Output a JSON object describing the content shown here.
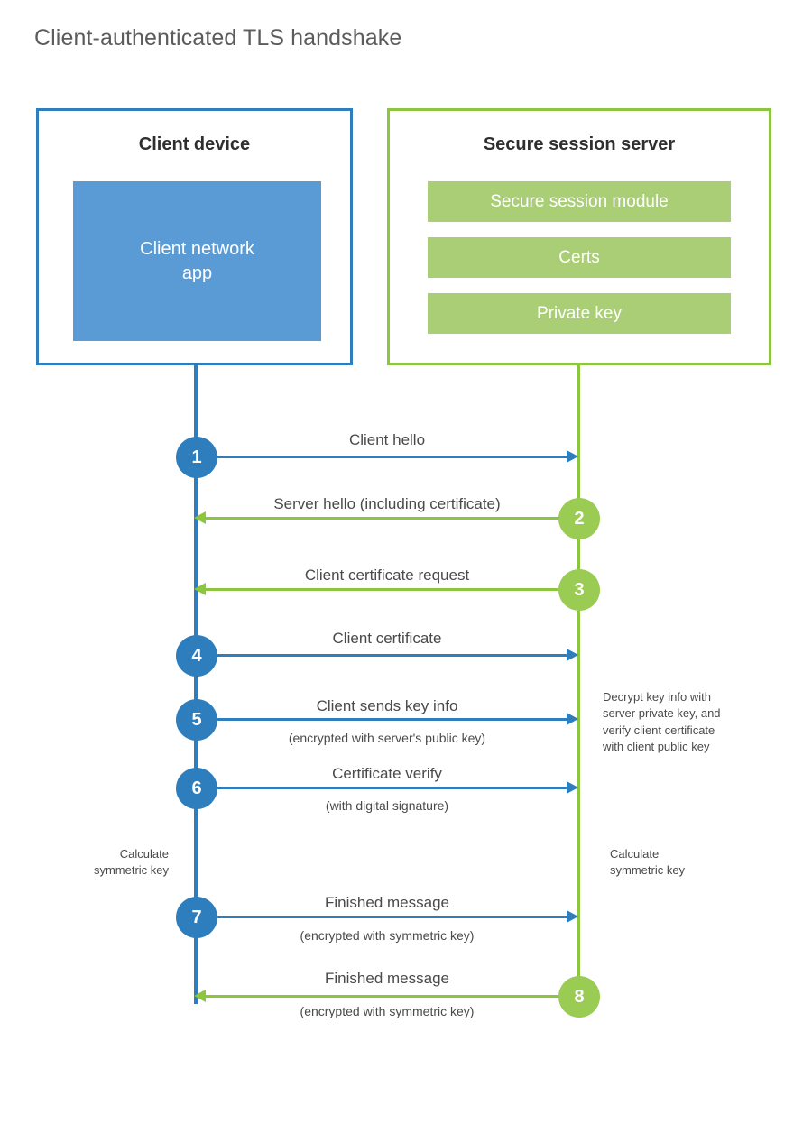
{
  "title": "Client-authenticated TLS handshake",
  "participants": {
    "client": {
      "heading": "Client device",
      "app_label": "Client network\napp",
      "border_color": "#2E7EBE",
      "app_color": "#5B9BD5"
    },
    "server": {
      "heading": "Secure session server",
      "border_color": "#8CC63F",
      "item_color": "#A9CE76",
      "items": [
        {
          "label": "Secure session module"
        },
        {
          "label": "Certs"
        },
        {
          "label": "Private key"
        }
      ]
    }
  },
  "steps": [
    {
      "number": "1",
      "label": "Client hello",
      "sublabel": "",
      "direction": "client-to-server",
      "color": "#2E7EBE"
    },
    {
      "number": "2",
      "label": "Server hello (including certificate)",
      "sublabel": "",
      "direction": "server-to-client",
      "color": "#9ACB52"
    },
    {
      "number": "3",
      "label": "Client certificate request",
      "sublabel": "",
      "direction": "server-to-client",
      "color": "#9ACB52"
    },
    {
      "number": "4",
      "label": "Client certificate",
      "sublabel": "",
      "direction": "client-to-server",
      "color": "#2E7EBE"
    },
    {
      "number": "5",
      "label": "Client sends key info",
      "sublabel": "(encrypted with server's public key)",
      "direction": "client-to-server",
      "color": "#2E7EBE"
    },
    {
      "number": "6",
      "label": "Certificate verify",
      "sublabel": "(with digital signature)",
      "direction": "client-to-server",
      "color": "#2E7EBE"
    },
    {
      "number": "7",
      "label": "Finished message",
      "sublabel": "(encrypted with symmetric key)",
      "direction": "client-to-server",
      "color": "#2E7EBE"
    },
    {
      "number": "8",
      "label": "Finished message",
      "sublabel": "(encrypted with symmetric key)",
      "direction": "server-to-client",
      "color": "#9ACB52"
    }
  ],
  "notes": {
    "server_decrypt": "Decrypt key info with\nserver private key, and\nverify client certificate\nwith client public key",
    "client_calculate": "Calculate\nsymmetric key",
    "server_calculate": "Calculate\nsymmetric key"
  }
}
